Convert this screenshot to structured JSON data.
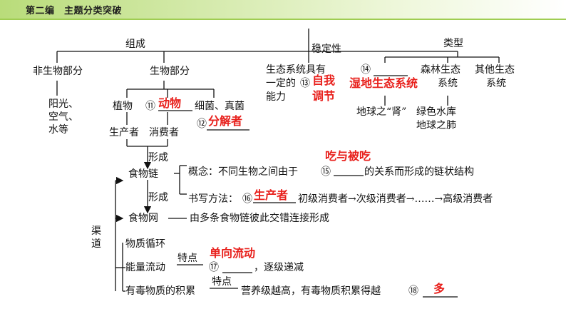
{
  "header": {
    "title": "第二编　主题分类突破"
  },
  "top": {
    "composition": "组成",
    "stability": "稳定性",
    "types": "类型"
  },
  "nonbio": {
    "label": "非生物部分",
    "items": [
      "阳光、",
      "空气、",
      "水等"
    ]
  },
  "bio": {
    "label": "生物部分",
    "plants": "植物",
    "n11": "⑪",
    "a11": "动物",
    "fungi": "细菌、真菌",
    "n12": "⑫",
    "a12": "分解者",
    "producer_consumer": "生产者　消费者",
    "form": "形成"
  },
  "stab": {
    "l1": "生态系统具有",
    "l2": "一定的",
    "n13": "⑬",
    "l3": "能力",
    "a13a": "自我",
    "a13b": "调节"
  },
  "types": {
    "n14": "⑭",
    "a14": "湿地生态系统",
    "forest1": "森林生态",
    "forest2": "系统",
    "other1": "其他生态",
    "other2": "系统",
    "kidney": "地球之“肾”",
    "green1": "绿色水库",
    "green2": "地球之肺"
  },
  "chain": {
    "food_chain": "食物链",
    "concept": "概念：不同生物之间由于",
    "n15": "⑮",
    "a15": "吃与被吃",
    "concept_end": "的关系而形成的链状结构",
    "form": "形成",
    "writing": "书写方法：",
    "n16": "⑯",
    "a16": "生产者",
    "writing_end": "初级消费者→次级消费者→……→高级消费者",
    "food_web": "食物网",
    "web_desc": "由多条食物链彼此交错连接形成"
  },
  "channel": {
    "c1": "渠",
    "c2": "道"
  },
  "flow": {
    "matter": "物质循环",
    "energy": "能量流动",
    "feature": "特点",
    "n17": "⑰",
    "a17": "单向流动",
    "energy_end": "，逐级递减",
    "toxic": "有毒物质的积累",
    "feature2": "特点",
    "toxic_end": "营养级越高，有毒物质积累得越",
    "n18": "⑱",
    "a18": "多"
  }
}
